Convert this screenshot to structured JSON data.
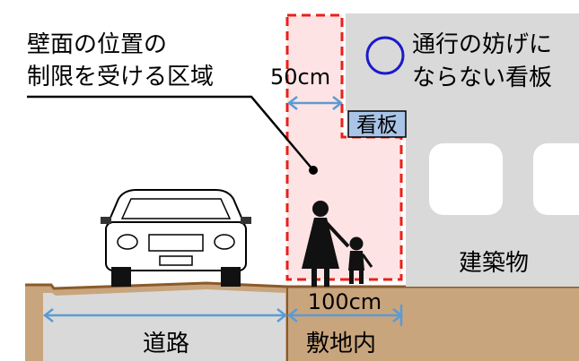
{
  "labels": {
    "zone_line1": "壁面の位置の",
    "zone_line2": "制限を受ける区域",
    "width_top": "50cm",
    "width_bottom": "100cm",
    "signboard": "看板",
    "ok_line1": "通行の妨げに",
    "ok_line2": "ならない看板",
    "building": "建築物",
    "road": "道路",
    "site": "敷地内"
  },
  "symbols": {
    "ok_mark": "circle-icon"
  },
  "colors": {
    "zone_fill": "#fde3e4",
    "zone_border": "#e8201a",
    "building_fill": "#d9d9d9",
    "ground": "#c9a57d",
    "ground_edge": "#8a5a2b",
    "dimension": "#5b9bd5",
    "signboard_fill": "#a9c4e6",
    "ok_mark": "#1a1acc"
  }
}
